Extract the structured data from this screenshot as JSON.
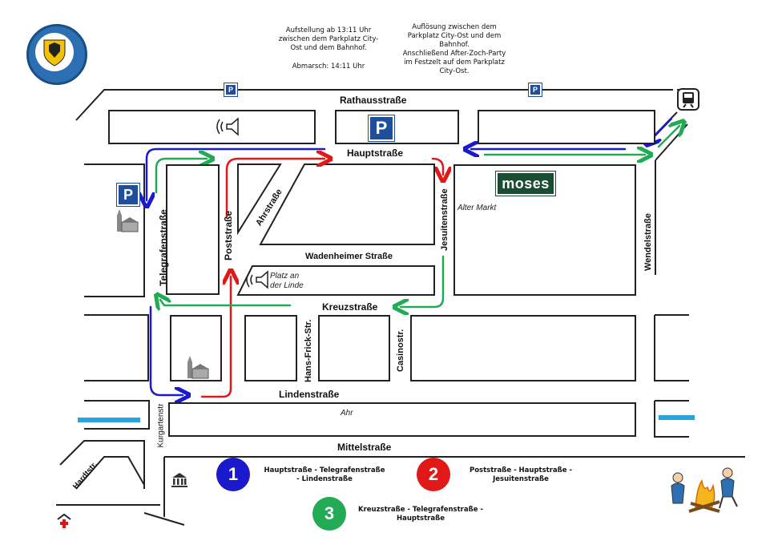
{
  "notes": {
    "assembly": "Aufstellung ab 13:11 Uhr\nzwischen dem Parkplatz City-\nOst und dem Bahnhof.",
    "march": "Abmarsch: 14:11 Uhr",
    "dissolution": "Auflösung zwischen dem\nParkplatz City-Ost und dem\nBahnhof.\nAnschließend After-Zoch-Party\nim Festzelt auf dem Parkplatz\nCity-Ost."
  },
  "streets": {
    "rathaus": "Rathausstraße",
    "haupt": "Hauptstraße",
    "ahr_street": "Ahrstraße",
    "post": "Poststraße",
    "telegrafen": "Telegrafenstraße",
    "jesuiten": "Jesuitenstraße",
    "wendel": "Wendelstraße",
    "wadenheimer": "Wadenheimer Straße",
    "kreuz": "Kreuzstraße",
    "hans_frick": "Hans-Frick-Str.",
    "casino": "Casinostr.",
    "linden": "Lindenstraße",
    "kurgarten": "Kurgartenstr",
    "mittel": "Mittelstraße",
    "hardt": "Hardtstr."
  },
  "places": {
    "alter_markt": "Alter Markt",
    "linde": "Platz an\nder Linde",
    "river": "Ahr",
    "moses": "moses",
    "parking_symbol": "P"
  },
  "routes": [
    {
      "number": "1",
      "color": "#1a1acc",
      "description": "Hauptstraße - Telegrafenstraße\n- Lindenstraße"
    },
    {
      "number": "2",
      "color": "#e01818",
      "description": "Poststraße - Hauptstraße -\nJesuitenstraße"
    },
    {
      "number": "3",
      "color": "#22aa55",
      "description": "Kreuzstraße - Telegrafenstraße -\nHauptstraße"
    }
  ],
  "colors": {
    "parking": "#1f4f9c",
    "moses": "#1b4d33",
    "river": "#2aa3d8"
  },
  "icons": [
    "loudspeaker-icon",
    "church-icon",
    "train-icon",
    "museum-icon",
    "hospital-icon",
    "club-logo-icon",
    "campfire-icon"
  ]
}
